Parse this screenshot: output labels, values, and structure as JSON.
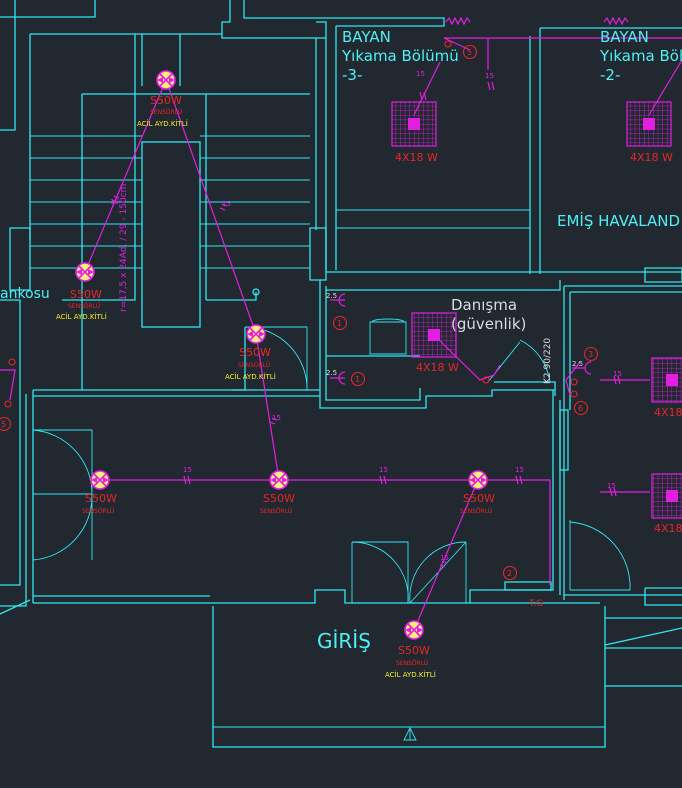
{
  "rooms": {
    "bayan3_line1": "BAYAN",
    "bayan3_line2": "Yıkama Bölümü",
    "bayan3_line3": "-3-",
    "bayan2_line1": "BAYAN",
    "bayan2_line2": "Yıkama Bölümü",
    "bayan2_line3": "-2-",
    "emis": "EMİŞ HAVALAND",
    "danisma_line1": "Danışma",
    "danisma_line2": "(güvenlik)",
    "giris": "GİRİŞ",
    "bankosu": "ankosu"
  },
  "labels": {
    "panel_4x18": "4X18 W",
    "lamp_s50w": "S50W",
    "sensorlu": "SENSÖRLÜ",
    "acil": "ACİL AYD.KİTLİ",
    "wire_15": "15",
    "socket_25": "2.5",
    "stair_note": "r=17,5 x 24Ad. / 29 - 150cm",
    "k2": "K2 90/220",
    "tg": "T.G",
    "c1": "1",
    "c2": "2",
    "c3": "3",
    "c5": "5",
    "c6": "6"
  }
}
